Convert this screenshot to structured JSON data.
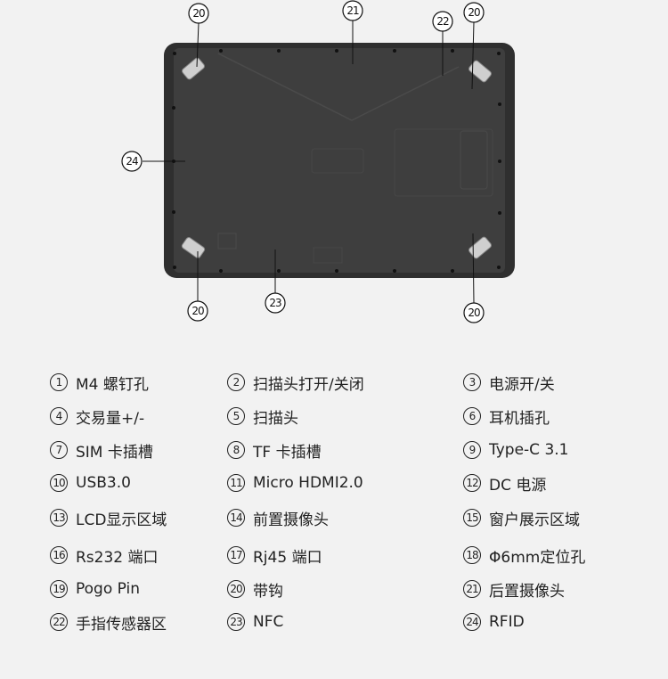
{
  "callouts": {
    "c20a": "20",
    "c21": "21",
    "c22": "22",
    "c20b": "20",
    "c24": "24",
    "c20c": "20",
    "c23": "23",
    "c20d": "20"
  },
  "colors": {
    "body": "#3d3d3d",
    "bumper": "#2e2e2e",
    "hook": "#cfcfcf",
    "background": "#f2f2f2"
  },
  "legend": [
    {
      "num": "1",
      "label": "M4 螺钉孔"
    },
    {
      "num": "2",
      "label": "扫描头打开/关闭"
    },
    {
      "num": "3",
      "label": "电源开/关"
    },
    {
      "num": "4",
      "label": "交易量+/-"
    },
    {
      "num": "5",
      "label": "扫描头"
    },
    {
      "num": "6",
      "label": "耳机插孔"
    },
    {
      "num": "7",
      "label": "SIM 卡插槽"
    },
    {
      "num": "8",
      "label": "TF 卡插槽"
    },
    {
      "num": "9",
      "label": "Type-C 3.1"
    },
    {
      "num": "10",
      "label": "USB3.0"
    },
    {
      "num": "11",
      "label": "Micro HDMI2.0"
    },
    {
      "num": "12",
      "label": "DC 电源"
    },
    {
      "num": "13",
      "label": "LCD显示区域"
    },
    {
      "num": "14",
      "label": "前置摄像头"
    },
    {
      "num": "15",
      "label": "窗户展示区域"
    },
    {
      "num": "16",
      "label": "Rs232 端口"
    },
    {
      "num": "17",
      "label": "Rj45 端口"
    },
    {
      "num": "18",
      "label": "Φ6mm定位孔"
    },
    {
      "num": "19",
      "label": "Pogo Pin"
    },
    {
      "num": "20",
      "label": "带钩"
    },
    {
      "num": "21",
      "label": "后置摄像头"
    },
    {
      "num": "22",
      "label": "手指传感器区"
    },
    {
      "num": "23",
      "label": "NFC"
    },
    {
      "num": "24",
      "label": "RFID"
    }
  ]
}
